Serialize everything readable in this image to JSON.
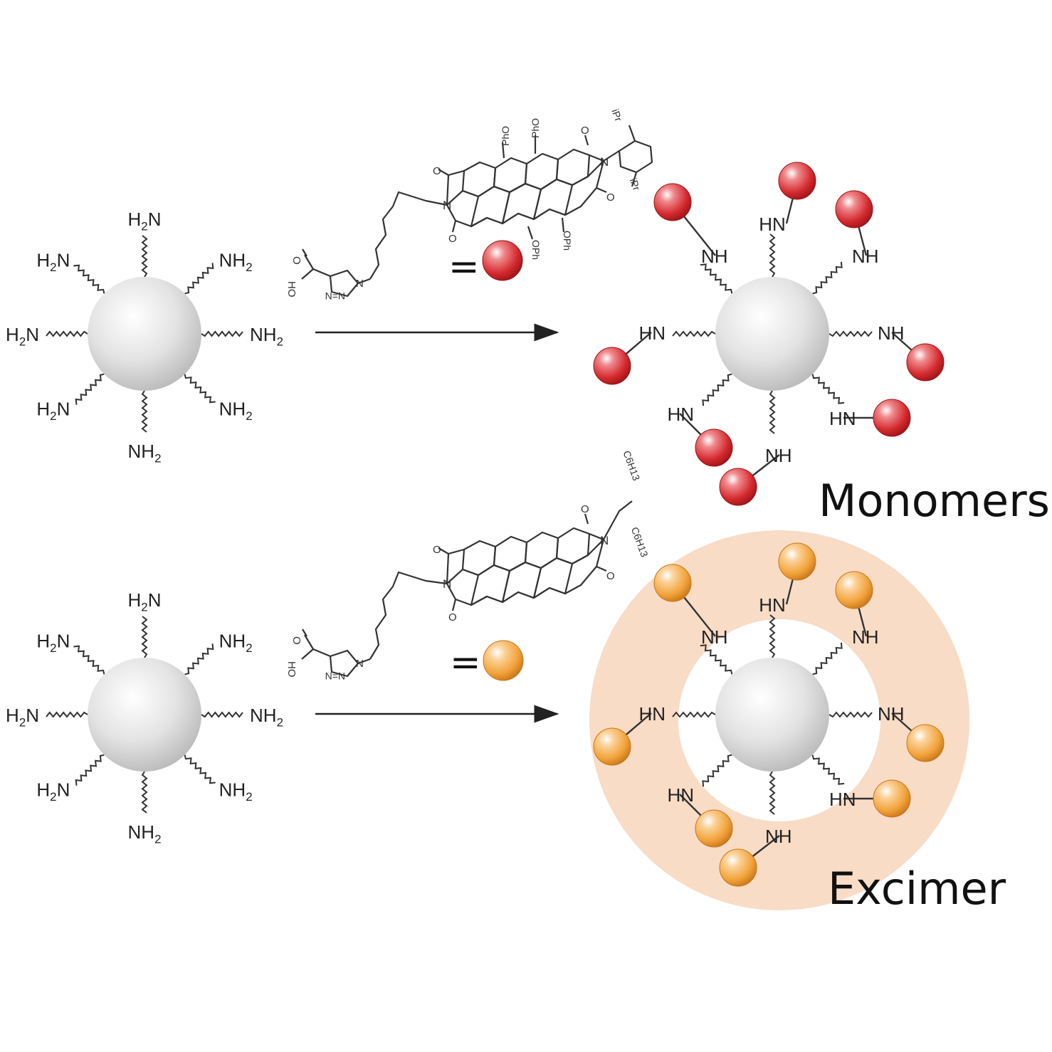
{
  "labels": {
    "monomers": "Monomers",
    "excimer": "Excimer",
    "equals": "="
  },
  "amine": {
    "base": "NH",
    "sub": "2",
    "prefix_h": "H",
    "prefix_sub": "2",
    "prefix_n": "N"
  },
  "amide": {
    "nh": "NH",
    "hn": "HN"
  },
  "molecule_text": {
    "pho": "PhO",
    "oph": "OPh",
    "ipr": "iPr",
    "c6h13": "C6H13",
    "o": "O",
    "n": "N",
    "oh": "HO",
    "nn": "N=N"
  },
  "colors": {
    "nanoparticle": "#d9d9d9",
    "red_bead": "#d42a2f",
    "orange_bead": "#f2a33a",
    "excimer_ring": "#f8dcc6",
    "arrow": "#222222"
  }
}
